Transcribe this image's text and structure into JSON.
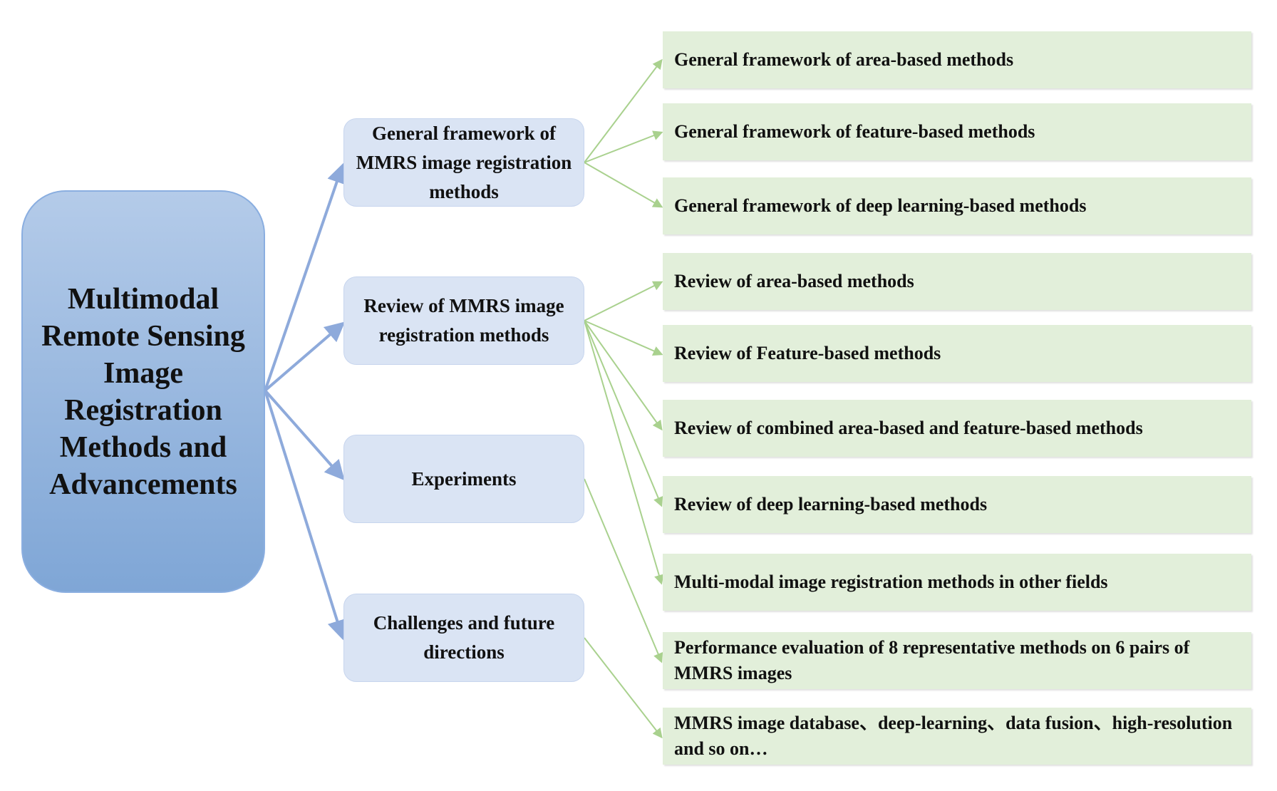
{
  "root": {
    "title": "Multimodal Remote Sensing Image Registration Methods and Advancements"
  },
  "branches": [
    {
      "label": "General framework of MMRS image registration methods"
    },
    {
      "label": "Review of MMRS image registration methods"
    },
    {
      "label": "Experiments"
    },
    {
      "label": "Challenges and future directions"
    }
  ],
  "leaves": [
    {
      "label": "General framework of area-based methods"
    },
    {
      "label": "General framework of feature-based methods"
    },
    {
      "label": "General framework of deep learning-based methods"
    },
    {
      "label": "Review of area-based methods"
    },
    {
      "label": "Review of Feature-based methods"
    },
    {
      "label": "Review of combined area-based and feature-based methods"
    },
    {
      "label": "Review of deep learning-based methods"
    },
    {
      "label": "Multi-modal image  registration methods in other fields"
    },
    {
      "label": "Performance evaluation of 8 representative methods on 6 pairs of MMRS images"
    },
    {
      "label": "MMRS image database、deep-learning、data fusion、high-resolution and so on…"
    }
  ],
  "colors": {
    "root_fill": "#9dbbe3",
    "branch_fill": "#dae4f4",
    "leaf_fill": "#e2efda",
    "branch_arrow": "#8eaadb",
    "leaf_arrow": "#a9d18e"
  }
}
